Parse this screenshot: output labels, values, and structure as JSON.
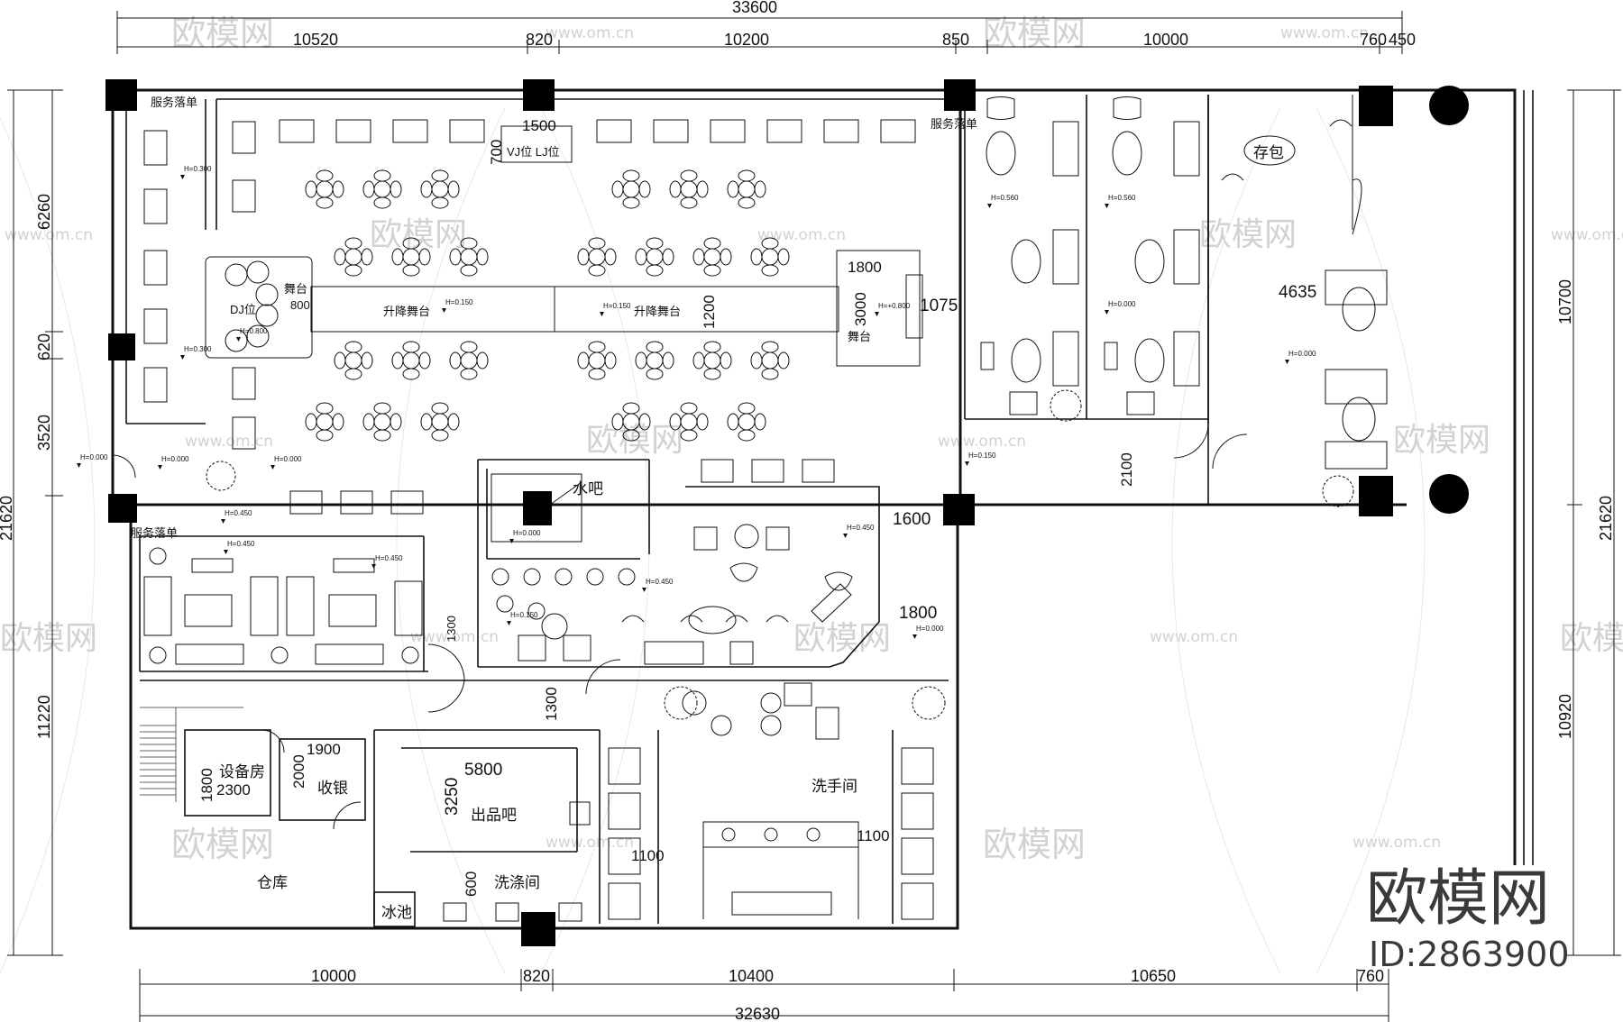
{
  "dimensions": {
    "overall_top": "33600",
    "overall_bottom": "32630",
    "top_segments": [
      "10520",
      "820",
      "10200",
      "850",
      "10000",
      "760",
      "450"
    ],
    "bottom_segments": [
      "10000",
      "820",
      "10400",
      "10650",
      "760"
    ],
    "left_total": "21620",
    "right_total": "21620",
    "left_segments": [
      "6260",
      "620",
      "3520",
      "11220"
    ],
    "right_segments": [
      "10700",
      "10920"
    ]
  },
  "labels": {
    "service_order_1": "服务落单",
    "service_order_2": "服务落单",
    "service_order_3": "服务落单",
    "vj_lj": "VJ位 LJ位",
    "dim_1500": "1500",
    "dim_700": "700",
    "dj": "DJ位",
    "stage_left": "舞台",
    "stage_left_dim": "800",
    "lift_stage_1": "升降舞台",
    "lift_stage_2": "升降舞台",
    "dim_1200": "1200",
    "dim_1800_stage": "1800",
    "dim_3000": "3000",
    "stage_right": "舞台",
    "dim_1075": "1075",
    "bag": "存包",
    "dim_4635": "4635",
    "dim_2100": "2100",
    "dim_1600": "1600",
    "dim_1800_side": "1800",
    "water_bar": "水吧",
    "dim_1300_a": "1300",
    "dim_1300_b": "1300",
    "dim_1900": "1900",
    "equip": "设备房",
    "dim_1800_equip": "1800",
    "dim_2300": "2300",
    "dim_2000": "2000",
    "cashier": "收银",
    "dim_5800": "5800",
    "dim_3250": "3250",
    "out_bar": "出品吧",
    "restroom": "洗手间",
    "dim_1100_a": "1100",
    "dim_1100_b": "1100",
    "warehouse": "仓库",
    "dim_600": "600",
    "washroom": "洗涤间",
    "ice": "冰池"
  },
  "levels": [
    "H=0.300",
    "H=0.800",
    "H=0.150",
    "H=0.150",
    "H=+0.800",
    "H=0.300",
    "H=0.560",
    "H=0.560",
    "H=0.000",
    "H=0.000",
    "H=0.000",
    "H=0.000",
    "H=0.000",
    "H=0.150",
    "H=0.450",
    "H=0.450",
    "H=0.450",
    "H=0.450",
    "H=0.150",
    "H=0.000",
    "H=0.450",
    "H=0.000"
  ],
  "watermark": {
    "brand": "欧模网",
    "url": "www.om.cn",
    "id": "ID:2863900"
  },
  "colors": {
    "line": "#111111",
    "watermark": "#d2d2d2"
  }
}
